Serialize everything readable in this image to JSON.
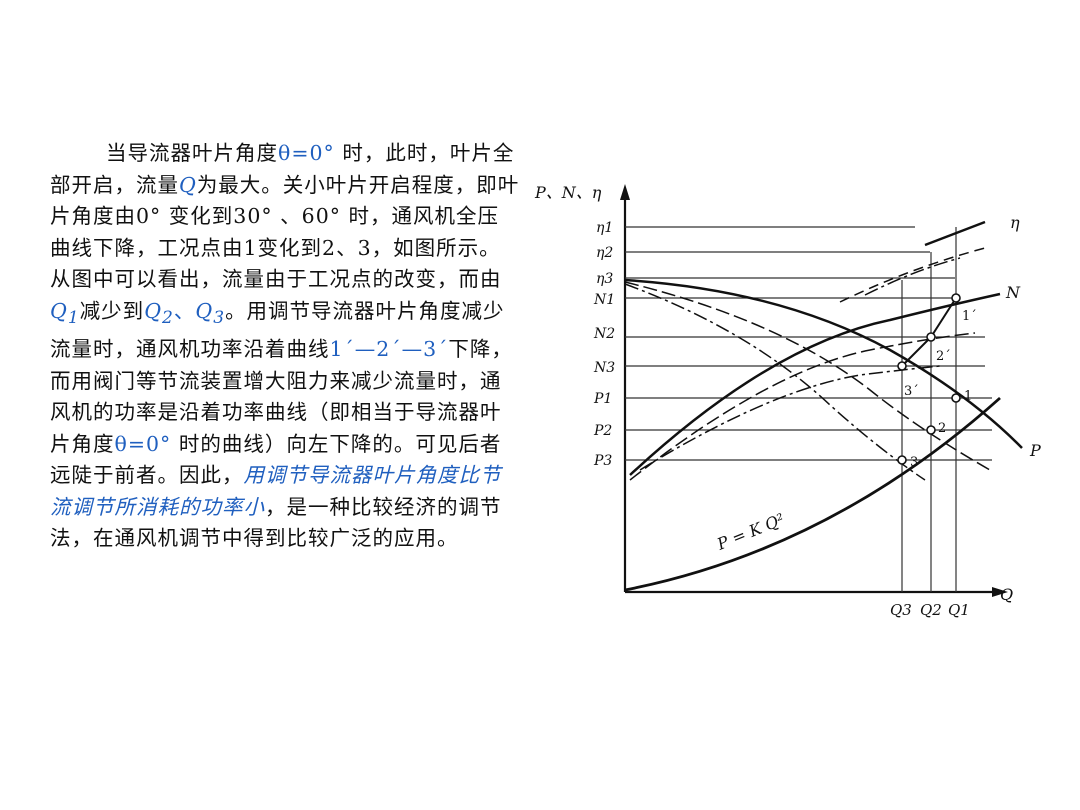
{
  "text": {
    "s1": "当导流器叶片角度",
    "theta1": "θ=0°",
    "s2": " 时，此时，叶片全部开启，流量",
    "Q": "Q",
    "s3": "为最大。关小叶片开启程度，即叶片角度由0° 变化到30° 、60° 时，通风机全压曲线下降，工况点由1变化到2、3，如图所示。从图中可以看出，流量由于工况点的改变，而由",
    "Q1": "Q",
    "Q1sub": "1",
    "s4": "减少到",
    "Q2": "Q",
    "Q2sub": "2",
    "sep": "、",
    "Q3": "Q",
    "Q3sub": "3",
    "s5": "。用调节导流器叶片角度减少流量时，通风机功率沿着曲线",
    "line": "1´—2´—3´",
    "s6": "下降，而用阀门等节流装置增大阻力来减少流量时，通风机的功率是沿着功率曲线（即相当于导流器叶片角度",
    "theta2": "θ=0°",
    "s7": " 时的曲线）向左下降的。可见后者远陡于前者。因此，",
    "emph": "用调节导流器叶片角度比节流调节所消耗的功率小",
    "s8": "，是一种比较经济的调节法，在通风机调节中得到比较广泛的应用。"
  },
  "diagram": {
    "yaxis_label": "P、N、η",
    "xaxis_label": "Q",
    "y_ticks": [
      "η1",
      "η2",
      "η3",
      "N1",
      "N2",
      "N3",
      "P1",
      "P2",
      "P3"
    ],
    "x_ticks": [
      "Q3",
      "Q2",
      "Q1"
    ],
    "curve_labels": {
      "eta": "η",
      "N": "N",
      "P": "P"
    },
    "system_curve": "P = K Q²",
    "points": [
      "1",
      "2",
      "3",
      "1´",
      "2´",
      "3´"
    ]
  }
}
